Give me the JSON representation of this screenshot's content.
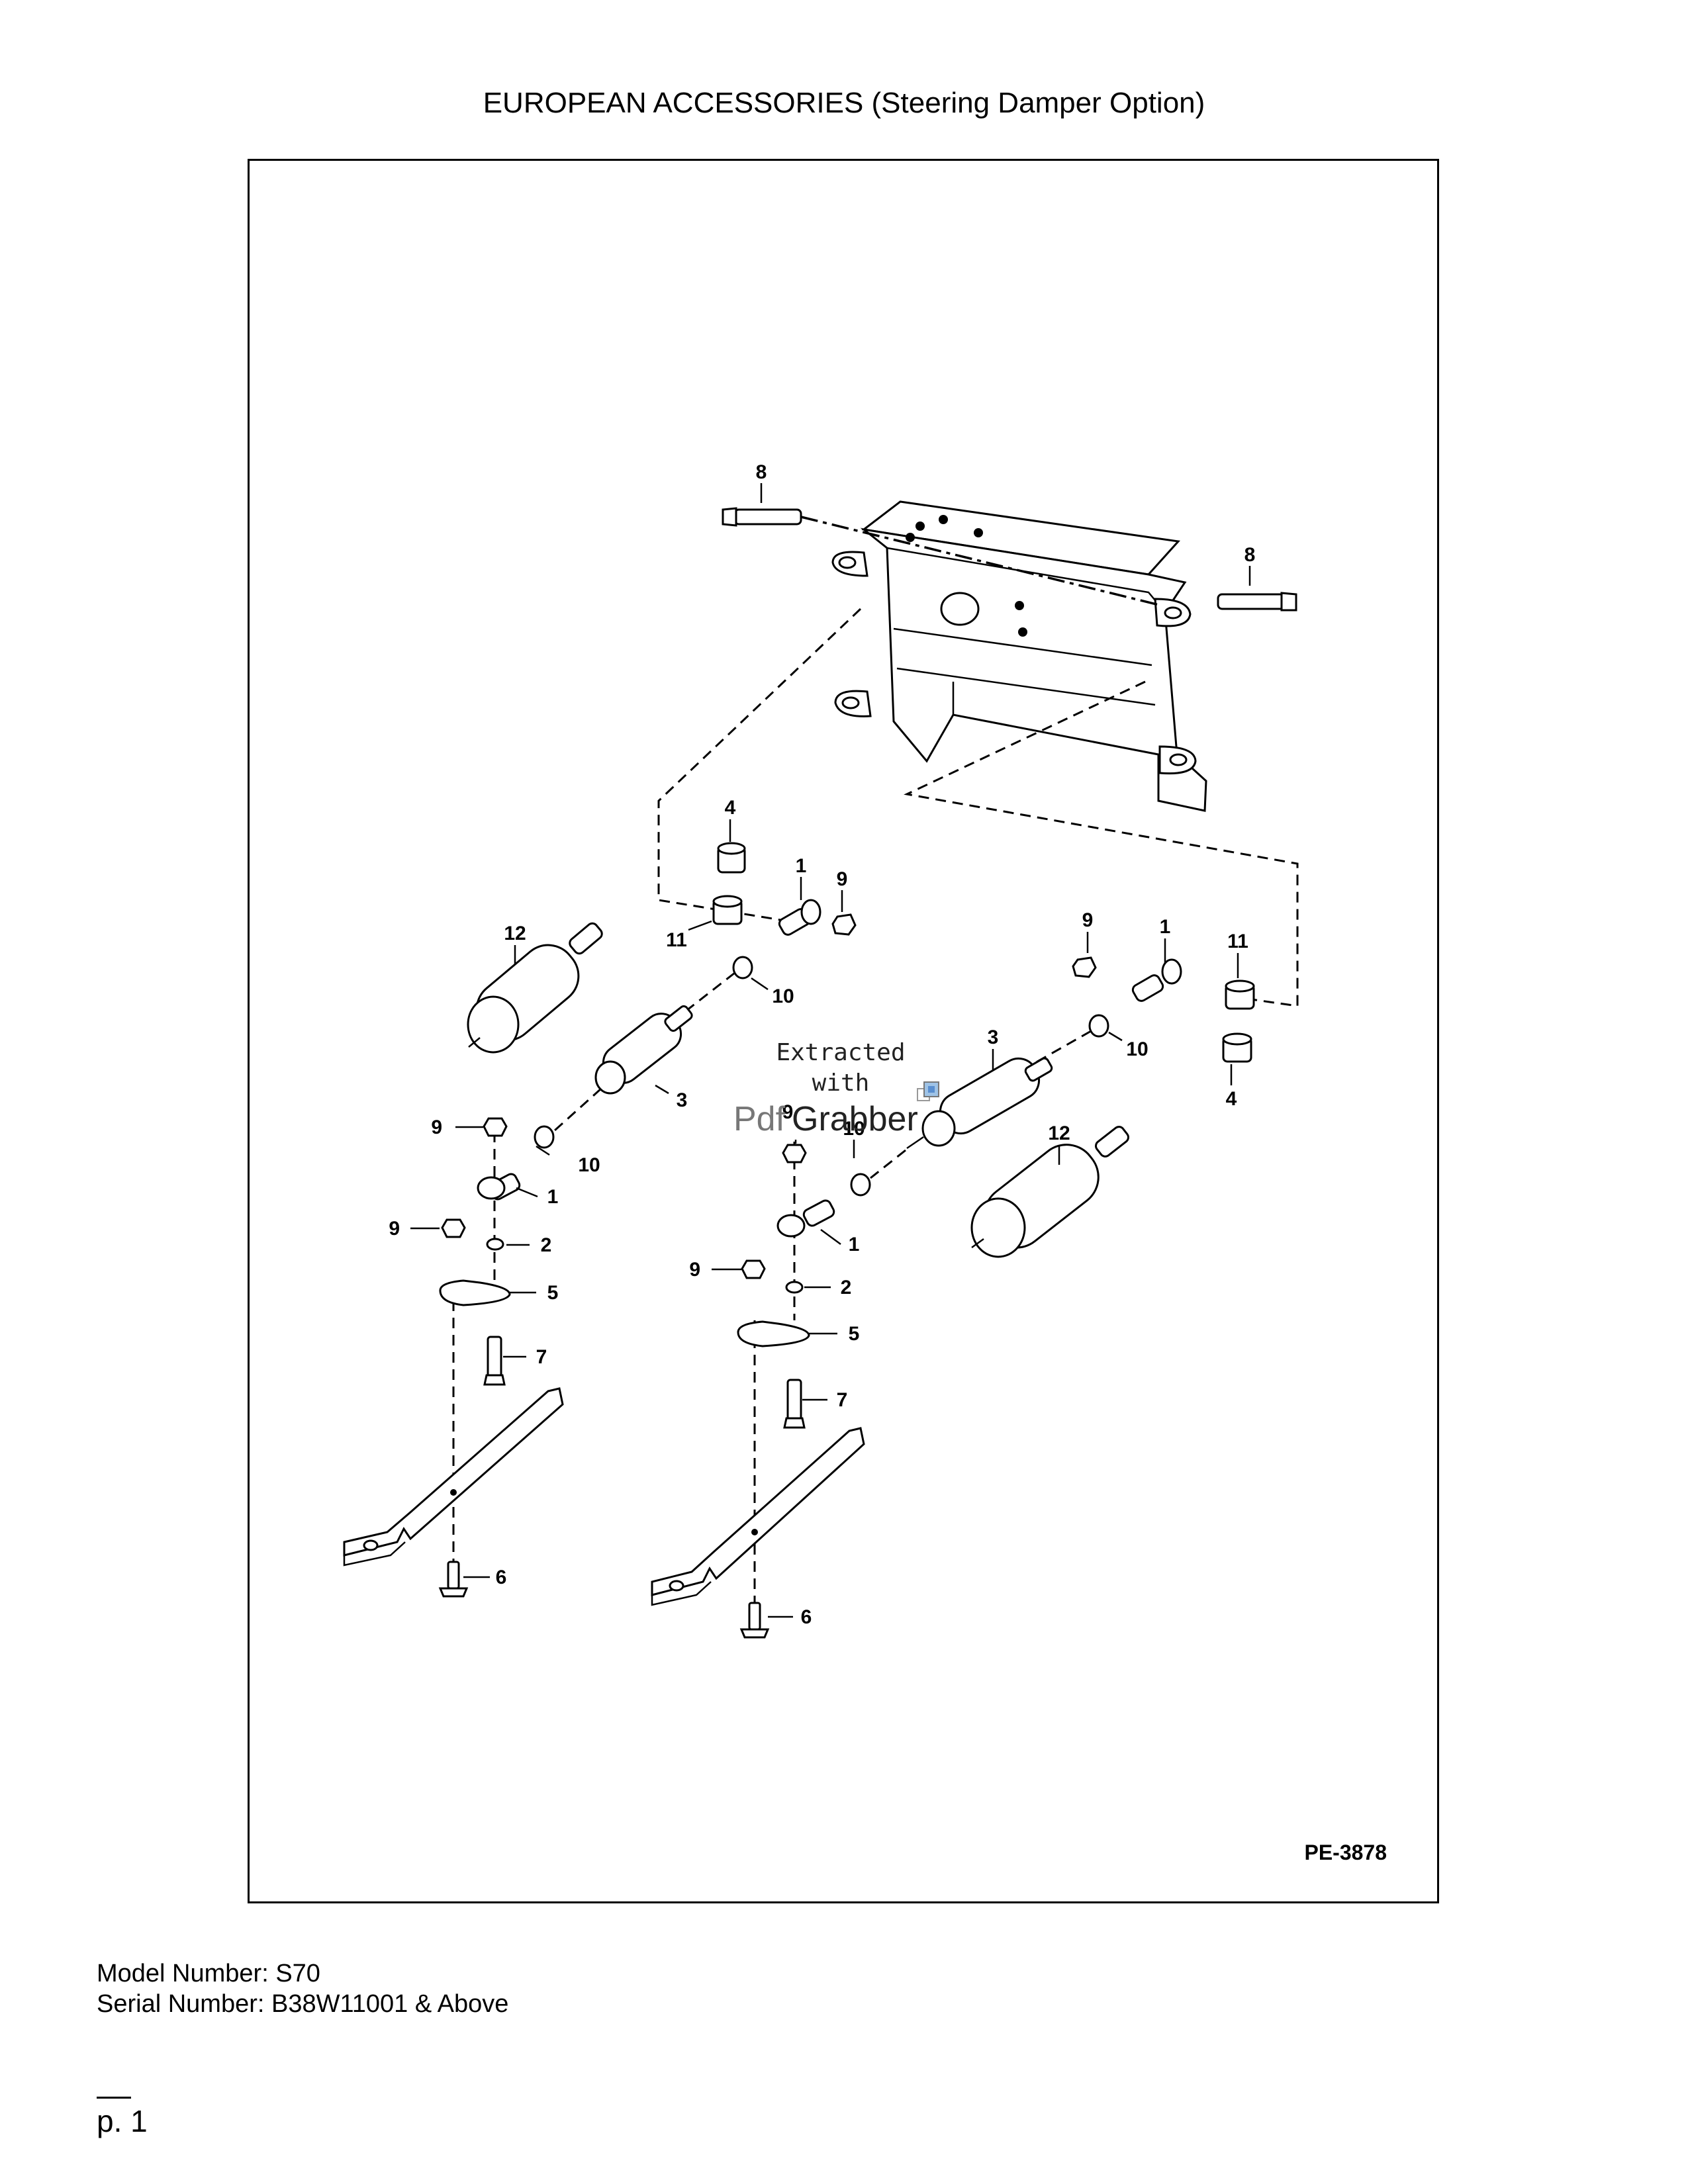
{
  "page": {
    "title": "EUROPEAN ACCESSORIES (Steering Damper Option)",
    "model_line": "Model Number: S70",
    "serial_line": "Serial Number: B38W11001 & Above",
    "page_number": "p. 1"
  },
  "diagram": {
    "reference": "PE-3878",
    "callouts": {
      "c1a": "1",
      "c1b": "1",
      "c1c": "1",
      "c1d": "1",
      "c2a": "2",
      "c2b": "2",
      "c3a": "3",
      "c3b": "3",
      "c4a": "4",
      "c4b": "4",
      "c5a": "5",
      "c5b": "5",
      "c6a": "6",
      "c6b": "6",
      "c7a": "7",
      "c7b": "7",
      "c8a": "8",
      "c8b": "8",
      "c9a": "9",
      "c9b": "9",
      "c9c": "9",
      "c9d": "9",
      "c9e": "9",
      "c9f": "9",
      "c10a": "10",
      "c10b": "10",
      "c10c": "10",
      "c10d": "10",
      "c11a": "11",
      "c11b": "11",
      "c12a": "12",
      "c12b": "12"
    }
  },
  "watermark": {
    "line1": "Extracted",
    "line2": "with",
    "brand_a": "Pdf",
    "brand_b": "Grabber"
  }
}
